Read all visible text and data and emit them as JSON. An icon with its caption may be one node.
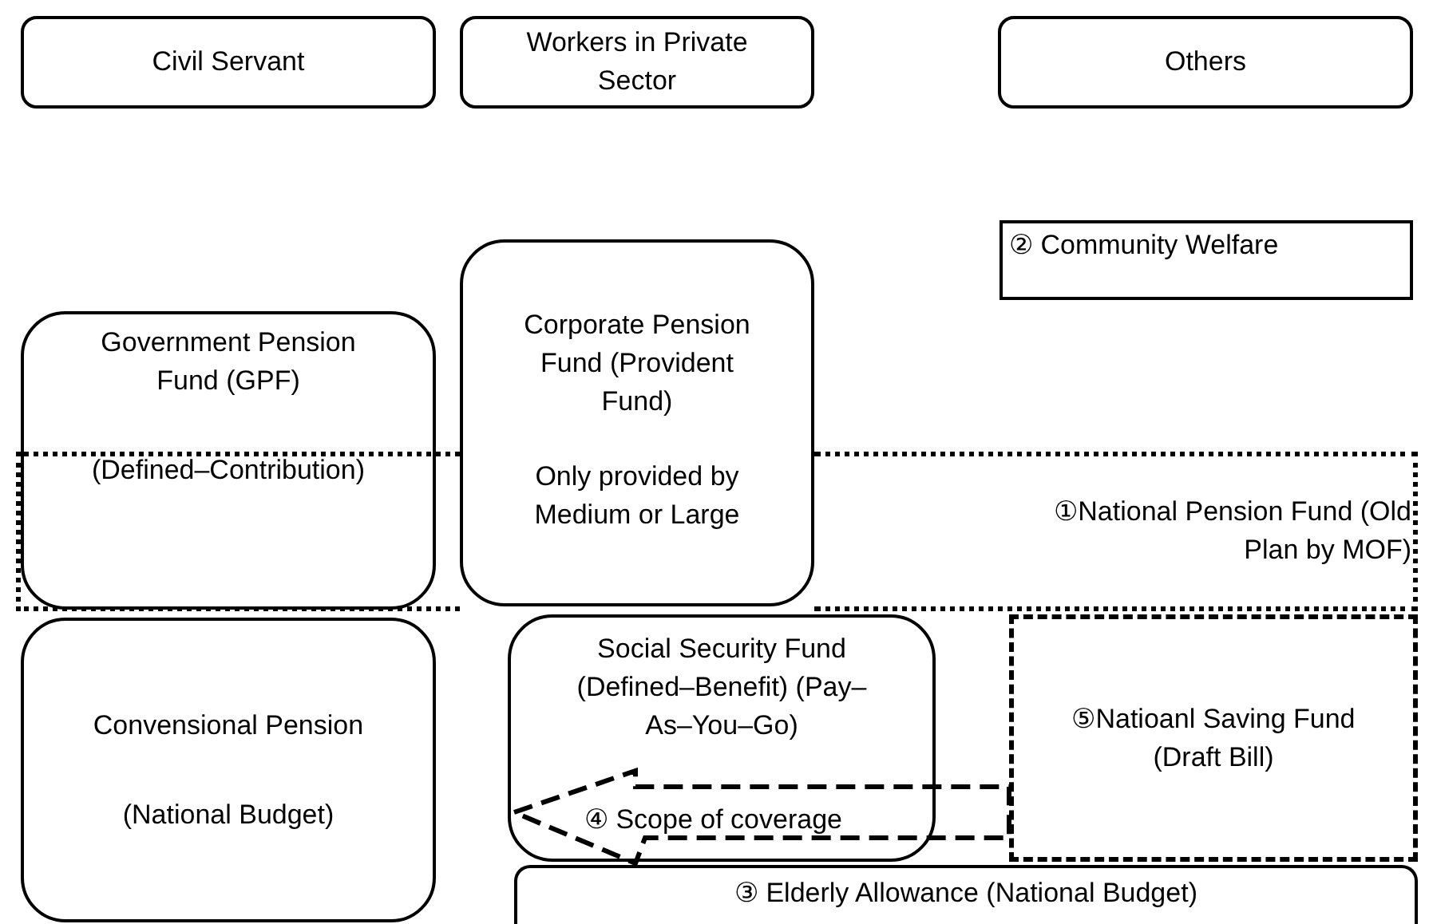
{
  "diagram": {
    "nodes": [
      {
        "text": [
          "Civil Servant"
        ]
      },
      {
        "text": [
          "Workers in Private Sector"
        ]
      },
      {
        "text": [
          "Others"
        ]
      },
      {
        "text": [
          "② Community Welfare"
        ]
      },
      {
        "text": [
          "Government Pension Fund (GPF)",
          "(Defined–Contribution)"
        ]
      },
      {
        "text": [
          "Corporate Pension Fund (Provident Fund)",
          "Only provided by Medium or Large"
        ]
      },
      {
        "text": [
          "①National Pension Fund (Old Plan by MOF)"
        ]
      },
      {
        "text": [
          "Convensional Pension",
          "(National Budget)"
        ]
      },
      {
        "text": [
          "Social Security Fund (Defined–Benefit) (Pay–As–You–Go)"
        ]
      },
      {
        "text": [
          "④ Scope of coverage"
        ]
      },
      {
        "text": [
          "⑤Natioanl Saving Fund (Draft Bill)"
        ]
      },
      {
        "text": [
          "③ Elderly Allowance (National Budget)"
        ]
      }
    ],
    "edges": []
  }
}
